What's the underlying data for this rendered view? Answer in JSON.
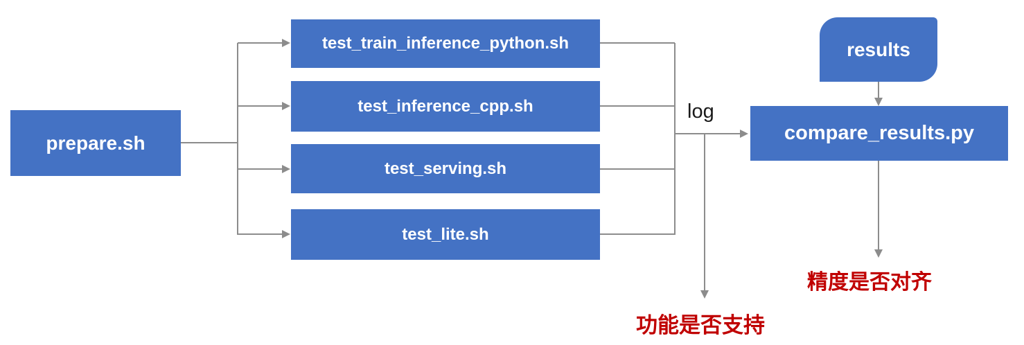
{
  "diagram": {
    "nodes": {
      "prepare": {
        "label": "prepare.sh",
        "shape": "rectangle"
      },
      "test_train_inference_python": {
        "label": "test_train_inference_python.sh",
        "shape": "rectangle"
      },
      "test_inference_cpp": {
        "label": "test_inference_cpp.sh",
        "shape": "rectangle"
      },
      "test_serving": {
        "label": "test_serving.sh",
        "shape": "rectangle"
      },
      "test_lite": {
        "label": "test_lite.sh",
        "shape": "rectangle"
      },
      "compare_results": {
        "label": "compare_results.py",
        "shape": "rectangle"
      },
      "results": {
        "label": "results",
        "shape": "round-diagonal-corner-rectangle"
      }
    },
    "edge_labels": {
      "log": "log"
    },
    "annotations": {
      "function_support": "功能是否支持",
      "accuracy_alignment": "精度是否对齐"
    },
    "colors": {
      "node_fill": "#4472C4",
      "node_text": "#FFFFFF",
      "connector": "#8C8C8C",
      "annotation_red": "#C00000",
      "edge_label_text": "#1A1A1A",
      "background": "#FFFFFF"
    }
  }
}
